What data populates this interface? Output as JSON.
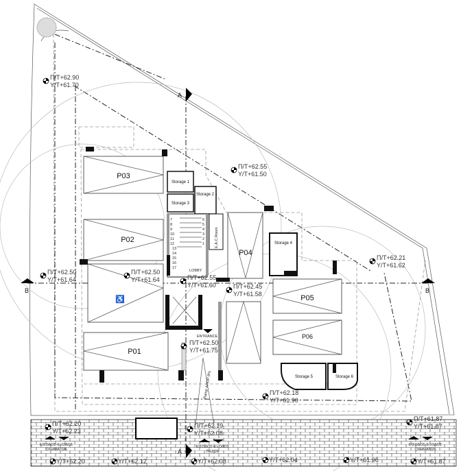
{
  "plan": {
    "parking": [
      "P01",
      "P02",
      "P03",
      "P04",
      "P05",
      "P06"
    ],
    "storage": [
      "Storage 1",
      "Storage 2",
      "Storage 3",
      "Storage 4",
      "Storage 5",
      "Storage 6"
    ],
    "rooms": {
      "eac_room": "E.A.C.Room",
      "lobby": "LOBBY",
      "entrance": "ENTRANCE",
      "ramp": "Ramp ΑΠΟΡ 8%"
    },
    "stair_steps_left": [
      "7",
      "8",
      "9",
      "10",
      "11",
      "12",
      "13",
      "14",
      "15",
      "16",
      "17"
    ],
    "stair_steps_right": [
      "6",
      "5",
      "4",
      "3",
      "2",
      "1"
    ],
    "sections": {
      "a": "A",
      "b": "B"
    },
    "levels": [
      {
        "top": "Π/Τ+62.90",
        "bottom": "Υ/Τ+61.70"
      },
      {
        "top": "Π/Τ+62.55",
        "bottom": "Υ/Τ+61.50"
      },
      {
        "top": "Π/Τ+62.50",
        "bottom": "Υ/Τ+61.64"
      },
      {
        "top": "Π/Τ+62.50",
        "bottom": "Υ/Τ+61.64"
      },
      {
        "top": "Π/Τ+62.55",
        "bottom": "Υ/Τ+61.60"
      },
      {
        "top": "Π/Τ+62.45",
        "bottom": "Υ/Τ+61.58"
      },
      {
        "top": "Π/Τ+62.50",
        "bottom": "Υ/Τ+61.75"
      },
      {
        "top": "Π/Τ+62.21",
        "bottom": "Υ/Τ+61.62"
      },
      {
        "top": "Π/Τ+62.18",
        "bottom": "Υ/Τ+61.90"
      },
      {
        "top": "Π/Τ+62.20",
        "bottom": "Υ/Τ+62.23"
      },
      {
        "top": "Π/Τ+62.19",
        "bottom": "Υ/Τ+62.08"
      },
      {
        "top": "Π/Τ+61.87",
        "bottom": "Υ/Τ+61.87"
      }
    ],
    "street_levels": [
      "Υ/Τ+62.20",
      "Υ/Τ+62.12",
      "Υ/Τ+62.08",
      "Υ/Τ+62.04",
      "Υ/Τ+61.96",
      "Υ/Τ+61.87"
    ],
    "street_labels": {
      "vehicles_line1": "ΕΙΣΟΔΟΣ-ΕΞΟΔΟΣ",
      "vehicles_line2": "ΟΧΗΜΑΤΩΝ",
      "pedestrians_line1": "ΕΙΣΟΔΟΣ-ΕΞΟΔΟΣ",
      "pedestrians_line2": "ΠΕΖΩΝ"
    }
  }
}
